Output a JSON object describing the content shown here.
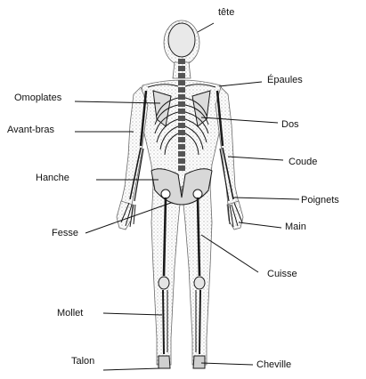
{
  "labels": {
    "tete": "tête",
    "epaules": "Épaules",
    "omoplates": "Omoplates",
    "avant_bras": "Avant-bras",
    "dos": "Dos",
    "coude": "Coude",
    "hanche": "Hanche",
    "poignets": "Poignets",
    "main": "Main",
    "fesse": "Fesse",
    "cuisse": "Cuisse",
    "mollet": "Mollet",
    "talon": "Talon",
    "cheville": "Cheville"
  }
}
